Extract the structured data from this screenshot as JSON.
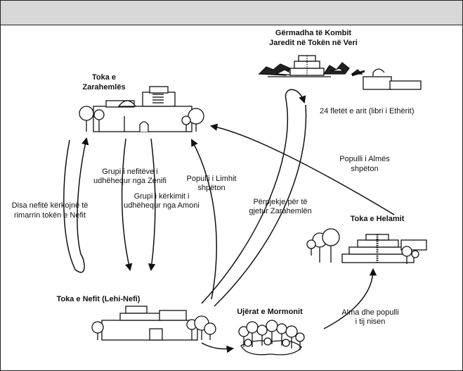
{
  "header": {
    "title": ""
  },
  "places": {
    "zarahemla": [
      "Toka e",
      "Zarahemlës"
    ],
    "jaredite": [
      "Gërmadha të Kombit",
      "Jaredit në Tokën në Veri"
    ],
    "helam": "Toka e Helamit",
    "nephi": "Toka e Nefit (Lehi-Nefi)",
    "mormon": "Ujërat e Mormonit"
  },
  "labels": {
    "plates": "24 fletët e arit (libri i Ethërit)",
    "zeniff": [
      "Grupi i nefitëve i",
      "udhëhequr nga Zenifi"
    ],
    "ammon": [
      "Grupi i kërkimit i",
      "udhëhequr nga Amoni"
    ],
    "reclaim": [
      "Disa nefitë kërkojnë të",
      "rimarrin tokën e Nefit"
    ],
    "limhi": [
      "Populli i Limhit",
      "shpëton"
    ],
    "search": [
      "Përpjekje për të",
      "gjetur Zarahemlën"
    ],
    "alma_escape": [
      "Populli i Almës",
      "shpëton"
    ],
    "alma_depart": [
      "Alma dhe populli",
      "i tij nisen"
    ]
  }
}
